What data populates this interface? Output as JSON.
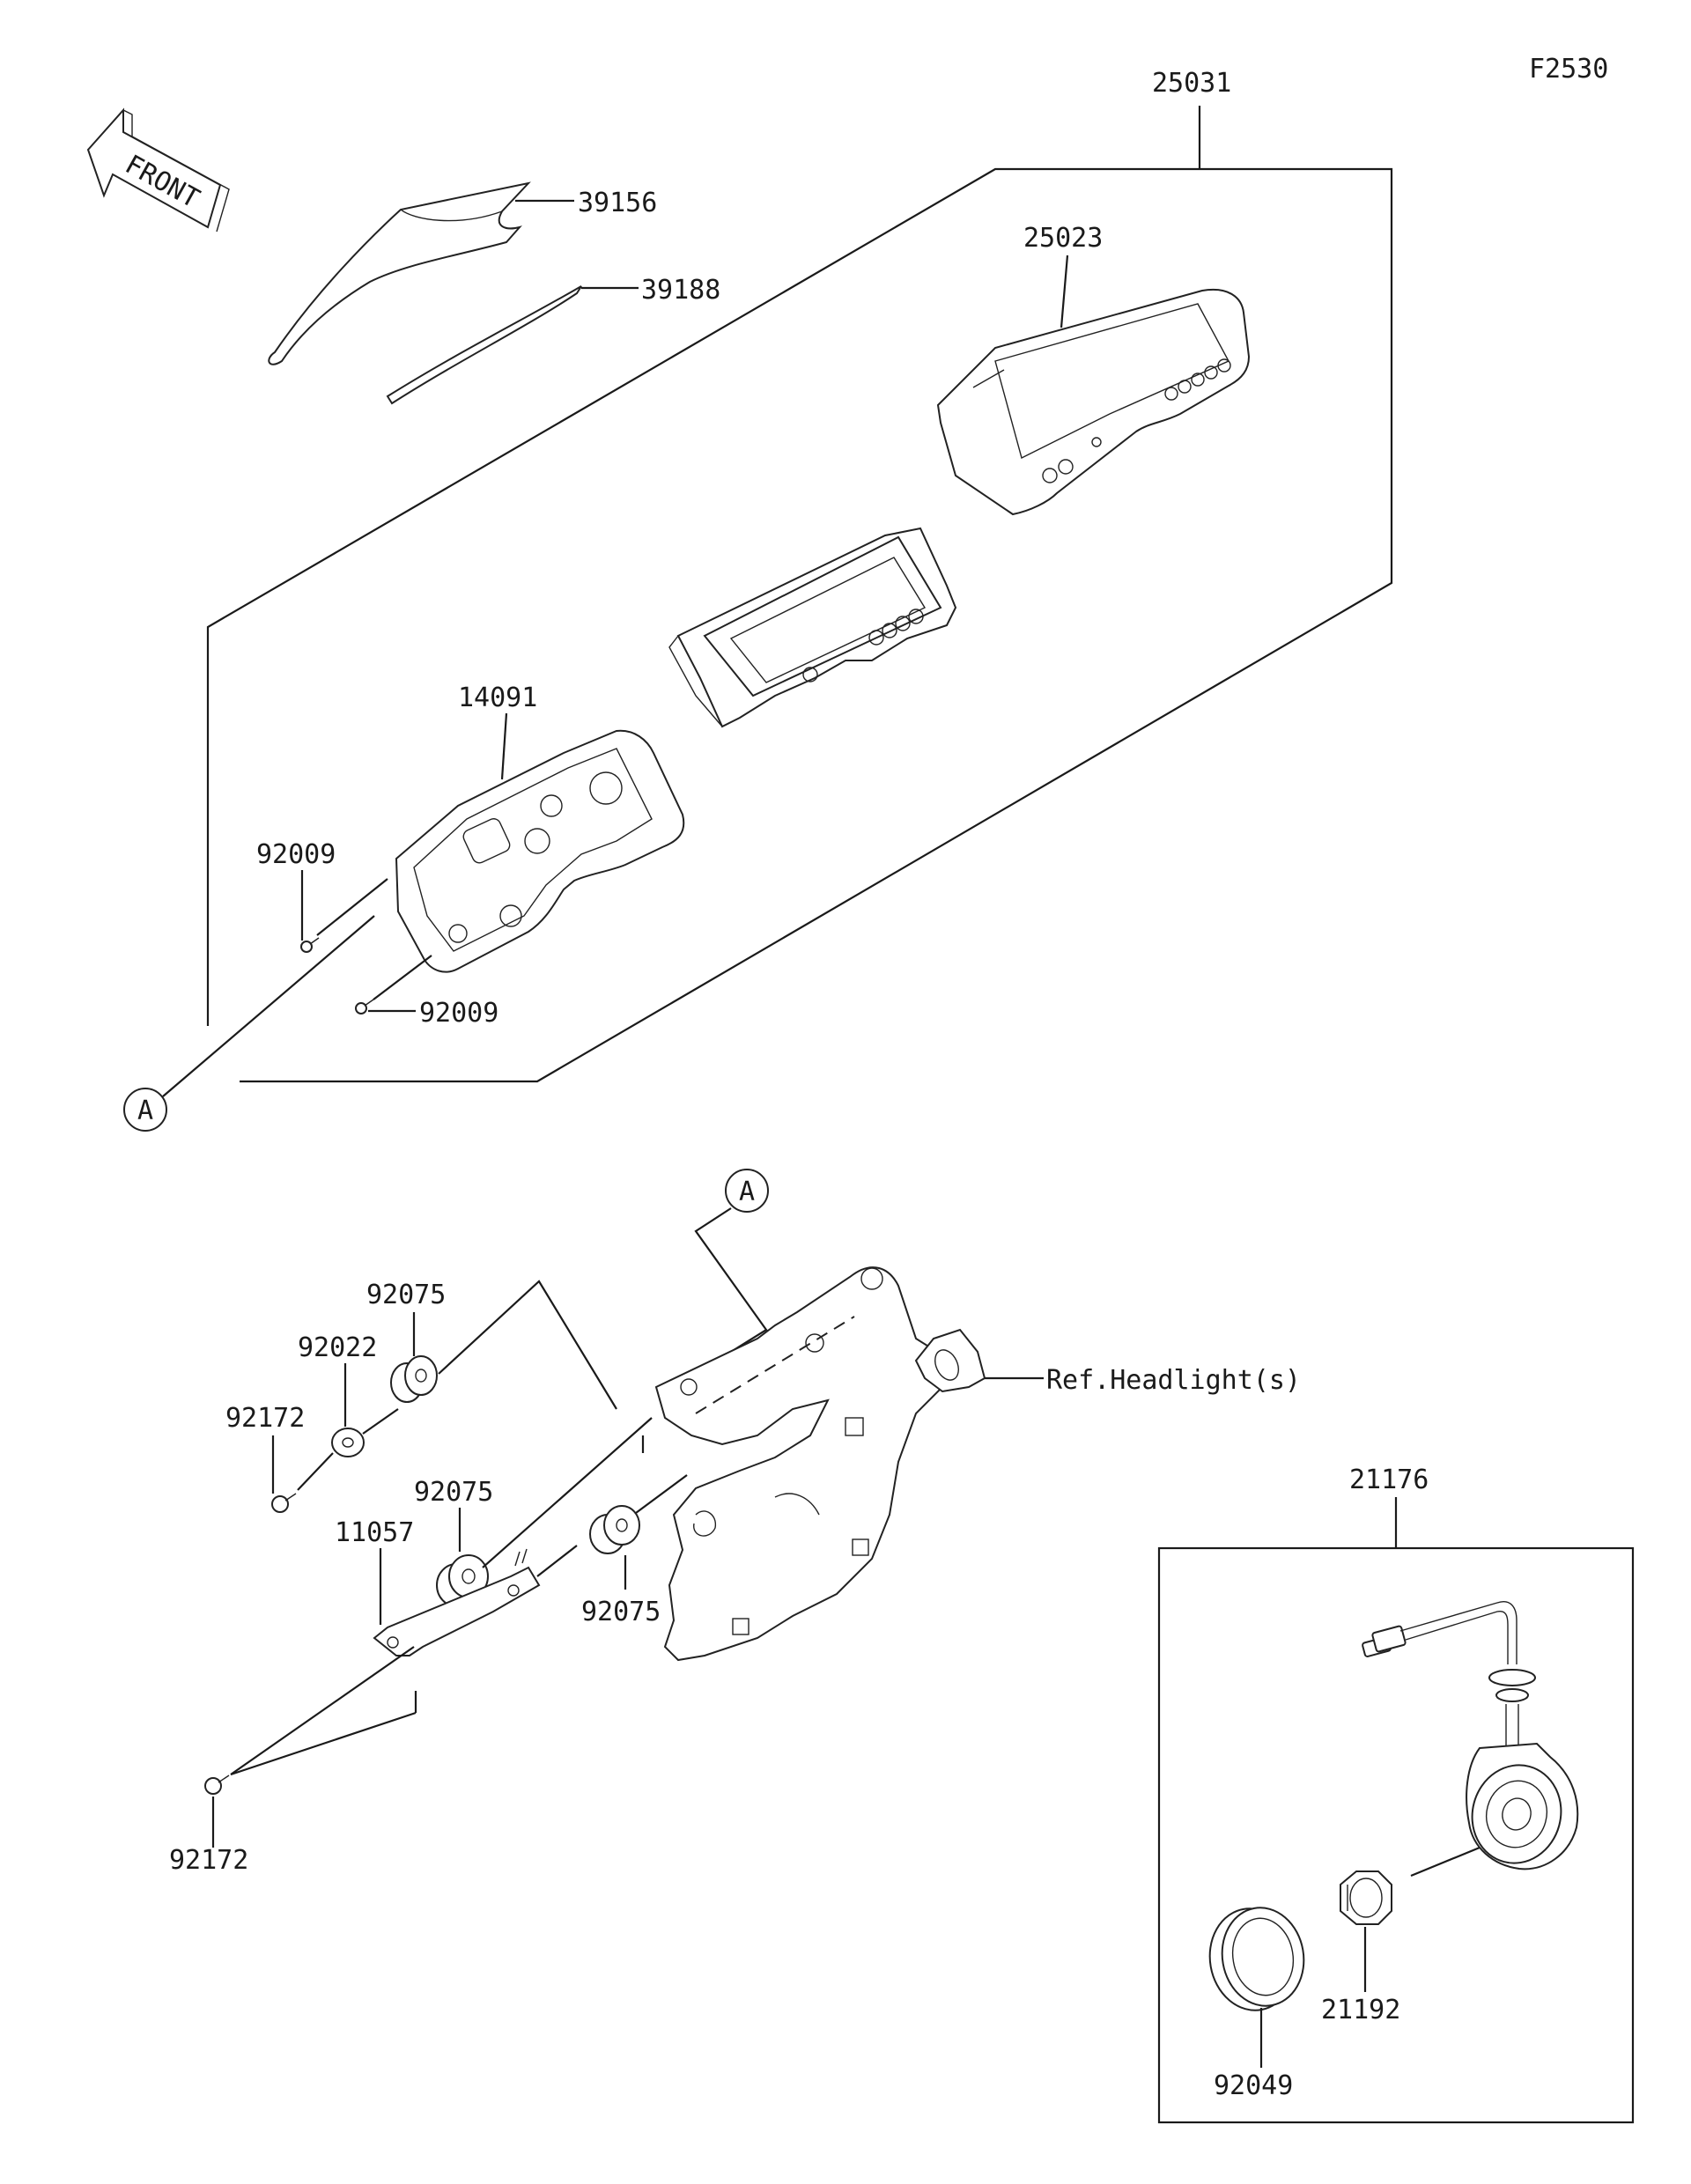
{
  "figure_code": "F2530",
  "front_arrow_text": "FRONT",
  "ref_marker": "A",
  "ref_text": "Ref.Headlight(s)",
  "part_numbers": {
    "assembly_meter": "25031",
    "case_meter": "25023",
    "case_lower": "14091",
    "trim_upper": "39156",
    "trim_strip": "39188",
    "screw_left": "92009",
    "screw_bottom": "92009",
    "damper_top": "92075",
    "damper_mid": "92075",
    "damper_right": "92075",
    "washer": "92022",
    "bolt_upper": "92172",
    "bolt_lower": "92172",
    "bracket": "11057",
    "sensor_assembly": "21176",
    "nut": "21192",
    "seal": "92049"
  }
}
